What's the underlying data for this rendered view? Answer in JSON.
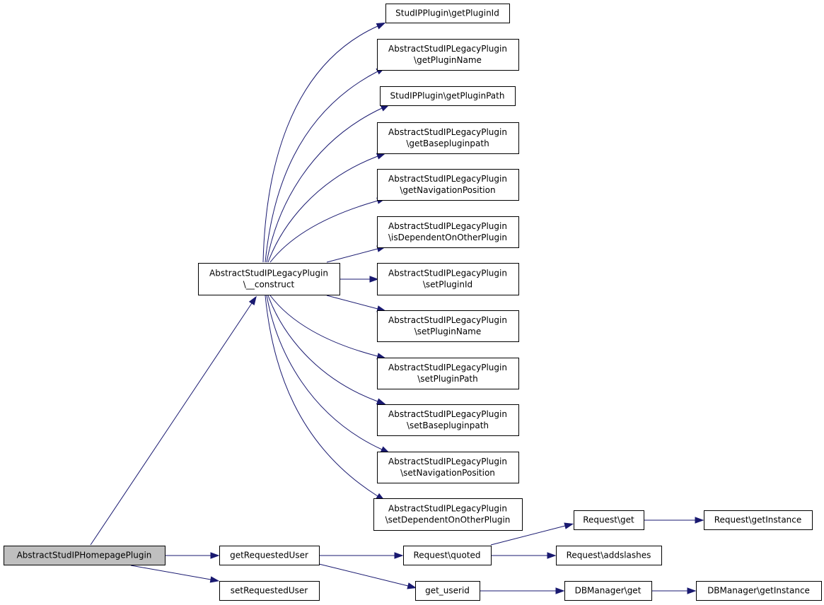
{
  "graph": {
    "edge_color": "#191970",
    "root_fill": "#bfbfbf",
    "nodes": [
      {
        "id": "root",
        "lines": [
          "AbstractStudIPHomepagePlugin"
        ],
        "root": true
      },
      {
        "id": "construct",
        "lines": [
          "AbstractStudIPLegacyPlugin",
          "\\__construct"
        ]
      },
      {
        "id": "getRequestedUser",
        "lines": [
          "getRequestedUser"
        ]
      },
      {
        "id": "setRequestedUser",
        "lines": [
          "setRequestedUser"
        ]
      },
      {
        "id": "getPluginId",
        "lines": [
          "StudIPPlugin\\getPluginId"
        ]
      },
      {
        "id": "getPluginName",
        "lines": [
          "AbstractStudIPLegacyPlugin",
          "\\getPluginName"
        ]
      },
      {
        "id": "getPluginPath",
        "lines": [
          "StudIPPlugin\\getPluginPath"
        ]
      },
      {
        "id": "getBasepluginpath",
        "lines": [
          "AbstractStudIPLegacyPlugin",
          "\\getBasepluginpath"
        ]
      },
      {
        "id": "getNavigationPosition",
        "lines": [
          "AbstractStudIPLegacyPlugin",
          "\\getNavigationPosition"
        ]
      },
      {
        "id": "isDependentOnOtherPlugin",
        "lines": [
          "AbstractStudIPLegacyPlugin",
          "\\isDependentOnOtherPlugin"
        ]
      },
      {
        "id": "setPluginId",
        "lines": [
          "AbstractStudIPLegacyPlugin",
          "\\setPluginId"
        ]
      },
      {
        "id": "setPluginName",
        "lines": [
          "AbstractStudIPLegacyPlugin",
          "\\setPluginName"
        ]
      },
      {
        "id": "setPluginPath",
        "lines": [
          "AbstractStudIPLegacyPlugin",
          "\\setPluginPath"
        ]
      },
      {
        "id": "setBasepluginpath",
        "lines": [
          "AbstractStudIPLegacyPlugin",
          "\\setBasepluginpath"
        ]
      },
      {
        "id": "setNavigationPosition",
        "lines": [
          "AbstractStudIPLegacyPlugin",
          "\\setNavigationPosition"
        ]
      },
      {
        "id": "setDependentOnOtherPlugin",
        "lines": [
          "AbstractStudIPLegacyPlugin",
          "\\setDependentOnOtherPlugin"
        ]
      },
      {
        "id": "requestQuoted",
        "lines": [
          "Request\\quoted"
        ]
      },
      {
        "id": "getUserid",
        "lines": [
          "get_userid"
        ]
      },
      {
        "id": "requestGet",
        "lines": [
          "Request\\get"
        ]
      },
      {
        "id": "requestAddslashes",
        "lines": [
          "Request\\addslashes"
        ]
      },
      {
        "id": "requestGetInstance",
        "lines": [
          "Request\\getInstance"
        ]
      },
      {
        "id": "dbGet",
        "lines": [
          "DBManager\\get"
        ]
      },
      {
        "id": "dbGetInstance",
        "lines": [
          "DBManager\\getInstance"
        ]
      }
    ],
    "edges": [
      {
        "from": "root",
        "to": "construct"
      },
      {
        "from": "root",
        "to": "getRequestedUser"
      },
      {
        "from": "root",
        "to": "setRequestedUser"
      },
      {
        "from": "construct",
        "to": "getPluginId"
      },
      {
        "from": "construct",
        "to": "getPluginName"
      },
      {
        "from": "construct",
        "to": "getPluginPath"
      },
      {
        "from": "construct",
        "to": "getBasepluginpath"
      },
      {
        "from": "construct",
        "to": "getNavigationPosition"
      },
      {
        "from": "construct",
        "to": "isDependentOnOtherPlugin"
      },
      {
        "from": "construct",
        "to": "setPluginId"
      },
      {
        "from": "construct",
        "to": "setPluginName"
      },
      {
        "from": "construct",
        "to": "setPluginPath"
      },
      {
        "from": "construct",
        "to": "setBasepluginpath"
      },
      {
        "from": "construct",
        "to": "setNavigationPosition"
      },
      {
        "from": "construct",
        "to": "setDependentOnOtherPlugin"
      },
      {
        "from": "getRequestedUser",
        "to": "requestQuoted"
      },
      {
        "from": "getRequestedUser",
        "to": "getUserid"
      },
      {
        "from": "requestQuoted",
        "to": "requestGet"
      },
      {
        "from": "requestQuoted",
        "to": "requestAddslashes"
      },
      {
        "from": "requestGet",
        "to": "requestGetInstance"
      },
      {
        "from": "getUserid",
        "to": "dbGet"
      },
      {
        "from": "dbGet",
        "to": "dbGetInstance"
      }
    ]
  }
}
